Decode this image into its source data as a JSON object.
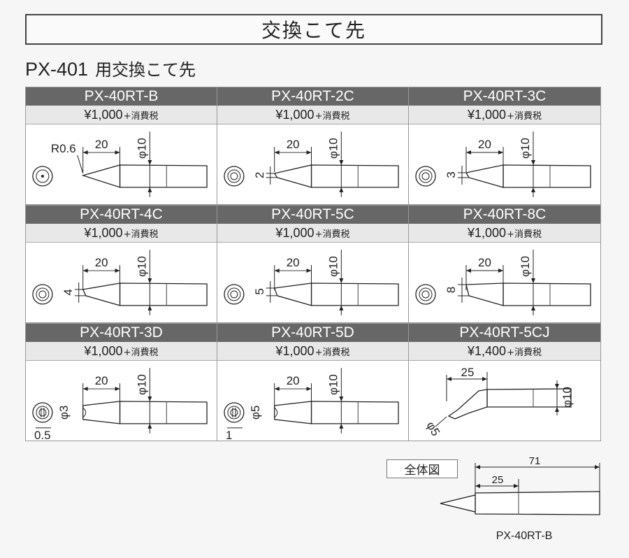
{
  "header": {
    "title": "交換こて先"
  },
  "subtitle": {
    "model": "PX-401",
    "suffix": "用交換こて先"
  },
  "tips": [
    {
      "name": "PX-40RT-B",
      "price": "¥1,000",
      "tax": "+消費税",
      "kind": "B",
      "dims": {
        "length": "20",
        "diameter": "φ10",
        "tip": "R0.6"
      }
    },
    {
      "name": "PX-40RT-2C",
      "price": "¥1,000",
      "tax": "+消費税",
      "kind": "C",
      "dims": {
        "length": "20",
        "diameter": "φ10",
        "tip": "2"
      }
    },
    {
      "name": "PX-40RT-3C",
      "price": "¥1,000",
      "tax": "+消費税",
      "kind": "C",
      "dims": {
        "length": "20",
        "diameter": "φ10",
        "tip": "3"
      }
    },
    {
      "name": "PX-40RT-4C",
      "price": "¥1,000",
      "tax": "+消費税",
      "kind": "C",
      "dims": {
        "length": "20",
        "diameter": "φ10",
        "tip": "4"
      }
    },
    {
      "name": "PX-40RT-5C",
      "price": "¥1,000",
      "tax": "+消費税",
      "kind": "C",
      "dims": {
        "length": "20",
        "diameter": "φ10",
        "tip": "5"
      }
    },
    {
      "name": "PX-40RT-8C",
      "price": "¥1,000",
      "tax": "+消費税",
      "kind": "C",
      "dims": {
        "length": "20",
        "diameter": "φ10",
        "tip": "8"
      }
    },
    {
      "name": "PX-40RT-3D",
      "price": "¥1,000",
      "tax": "+消費税",
      "kind": "D",
      "dims": {
        "length": "20",
        "diameter": "φ10",
        "tip": "φ3",
        "thickness": "0.5"
      }
    },
    {
      "name": "PX-40RT-5D",
      "price": "¥1,000",
      "tax": "+消費税",
      "kind": "D",
      "dims": {
        "length": "20",
        "diameter": "φ10",
        "tip": "φ5",
        "thickness": "1"
      }
    },
    {
      "name": "PX-40RT-5CJ",
      "price": "¥1,400",
      "tax": "+消費税",
      "kind": "CJ",
      "dims": {
        "length": "25",
        "diameter": "φ10",
        "tip": "φ5"
      }
    }
  ],
  "overview": {
    "label": "全体図",
    "total_length": "71",
    "tip_length": "25",
    "caption": "PX-40RT-B"
  }
}
